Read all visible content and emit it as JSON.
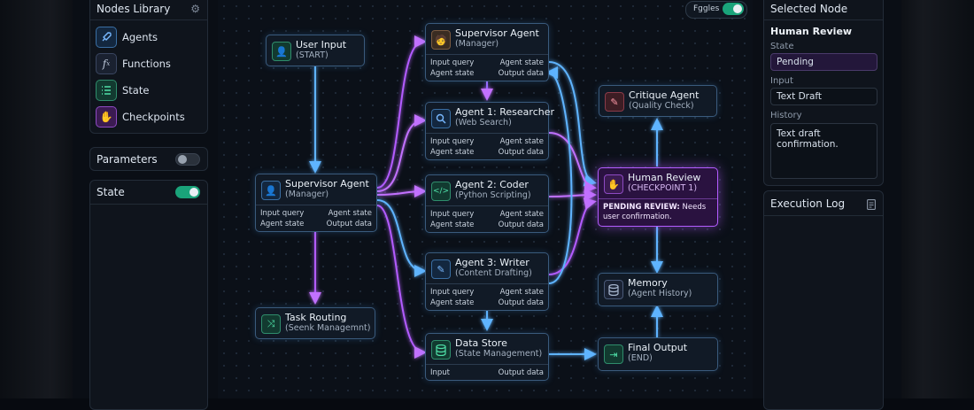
{
  "nodes_library": {
    "title": "Nodes Library",
    "items": [
      {
        "label": "Agents",
        "icon": "rocket-icon"
      },
      {
        "label": "Functions",
        "icon": "function-icon"
      },
      {
        "label": "State",
        "icon": "list-icon"
      },
      {
        "label": "Checkpoints",
        "icon": "hand-icon"
      }
    ]
  },
  "parameters": {
    "label": "Parameters",
    "enabled": false
  },
  "state_panel": {
    "label": "State",
    "enabled": true
  },
  "canvas": {
    "toggle_label": "Fggles",
    "nodes": {
      "user_input": {
        "title": "User Input",
        "subtitle": "(START)"
      },
      "supervisor_top": {
        "title": "Supervisor Agent",
        "subtitle": "(Manager)",
        "in1": "Input query",
        "out1": "Agent state",
        "in2": "Agent state",
        "out2": "Output data"
      },
      "supervisor_left": {
        "title": "Supervisor Agent",
        "subtitle": "(Manager)",
        "in1": "Input query",
        "out1": "Agent state",
        "in2": "Agent state",
        "out2": "Output data"
      },
      "researcher": {
        "title": "Agent 1: Researcher",
        "subtitle": "(Web Search)",
        "in1": "Input query",
        "out1": "Agent state",
        "in2": "Agent state",
        "out2": "Output data"
      },
      "coder": {
        "title": "Agent 2: Coder",
        "subtitle": "(Python Scripting)",
        "in1": "Input query",
        "out1": "Agent state",
        "in2": "Agent state",
        "out2": "Output data"
      },
      "writer": {
        "title": "Agent 3: Writer",
        "subtitle": "(Content Drafting)",
        "in1": "Input query",
        "out1": "Agent state",
        "in2": "Agent state",
        "out2": "Output data"
      },
      "task_routing": {
        "title": "Task Routing",
        "subtitle": "(Seenk Managemnt)"
      },
      "data_store": {
        "title": "Data Store",
        "subtitle": "(State Management)",
        "in1": "Input",
        "out1": "Output data"
      },
      "critique": {
        "title": "Critique Agent",
        "subtitle": "(Quality Check)"
      },
      "human_review": {
        "title": "Human Review",
        "subtitle": "(CHECKPOINT 1)",
        "status_key": "PENDING REVIEW:",
        "status_text": "Needs user confirmation."
      },
      "memory": {
        "title": "Memory",
        "subtitle": "(Agent History)"
      },
      "final_output": {
        "title": "Final Output",
        "subtitle": "(END)"
      }
    }
  },
  "selected_node": {
    "title": "Selected Node",
    "name": "Human Review",
    "state_label": "State",
    "state_value": "Pending",
    "input_label": "Input",
    "input_value": "Text Draft",
    "history_label": "History",
    "history_value": "Text draft confirmation."
  },
  "execution_log": {
    "title": "Execution Log"
  },
  "colors": {
    "accent_green": "#1aa37a",
    "accent_purple": "#b35cff",
    "accent_blue": "#4aa3ff"
  }
}
